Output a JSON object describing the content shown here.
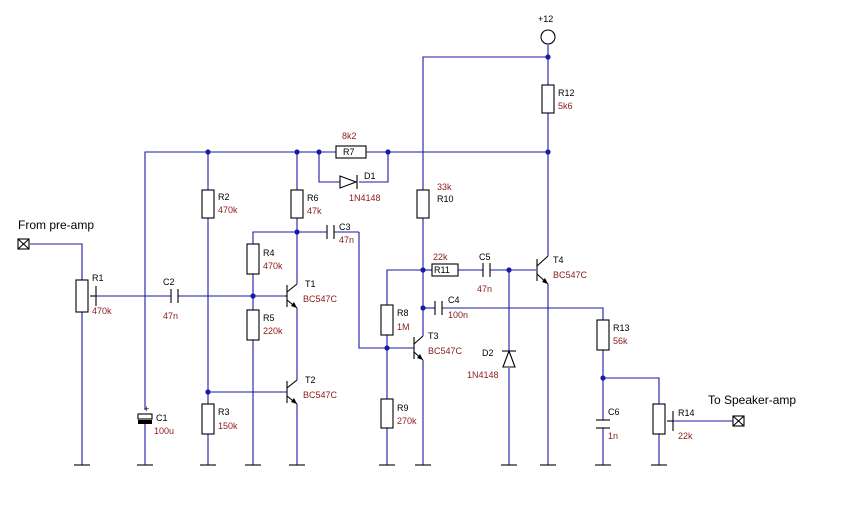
{
  "io": {
    "input_label": "From pre-amp",
    "output_label": "To Speaker-amp",
    "supply_label": "+12"
  },
  "components": {
    "R1": {
      "ref": "R1",
      "value": "470k"
    },
    "R2": {
      "ref": "R2",
      "value": "470k"
    },
    "R3": {
      "ref": "R3",
      "value": "150k"
    },
    "R4": {
      "ref": "R4",
      "value": "470k"
    },
    "R5": {
      "ref": "R5",
      "value": "220k"
    },
    "R6": {
      "ref": "R6",
      "value": "47k"
    },
    "R7": {
      "ref": "R7",
      "value": "8k2"
    },
    "R8": {
      "ref": "R8",
      "value": "1M"
    },
    "R9": {
      "ref": "R9",
      "value": "270k"
    },
    "R10": {
      "ref": "R10",
      "value": "33k"
    },
    "R11": {
      "ref": "R11",
      "value": "22k"
    },
    "R12": {
      "ref": "R12",
      "value": "5k6"
    },
    "R13": {
      "ref": "R13",
      "value": "56k"
    },
    "R14": {
      "ref": "R14",
      "value": "22k"
    },
    "C1": {
      "ref": "C1",
      "value": "100u"
    },
    "C2": {
      "ref": "C2",
      "value": "47n"
    },
    "C3": {
      "ref": "C3",
      "value": "47n"
    },
    "C4": {
      "ref": "C4",
      "value": "100n"
    },
    "C5": {
      "ref": "C5",
      "value": "47n"
    },
    "C6": {
      "ref": "C6",
      "value": "1n"
    },
    "D1": {
      "ref": "D1",
      "value": "1N4148"
    },
    "D2": {
      "ref": "D2",
      "value": "1N4148"
    },
    "T1": {
      "ref": "T1",
      "value": "BC547C"
    },
    "T2": {
      "ref": "T2",
      "value": "BC547C"
    },
    "T3": {
      "ref": "T3",
      "value": "BC547C"
    },
    "T4": {
      "ref": "T4",
      "value": "BC547C"
    }
  },
  "colors": {
    "wire": "#1a1aa6",
    "value_text": "#8b1a1a",
    "ref_text": "#000000"
  }
}
